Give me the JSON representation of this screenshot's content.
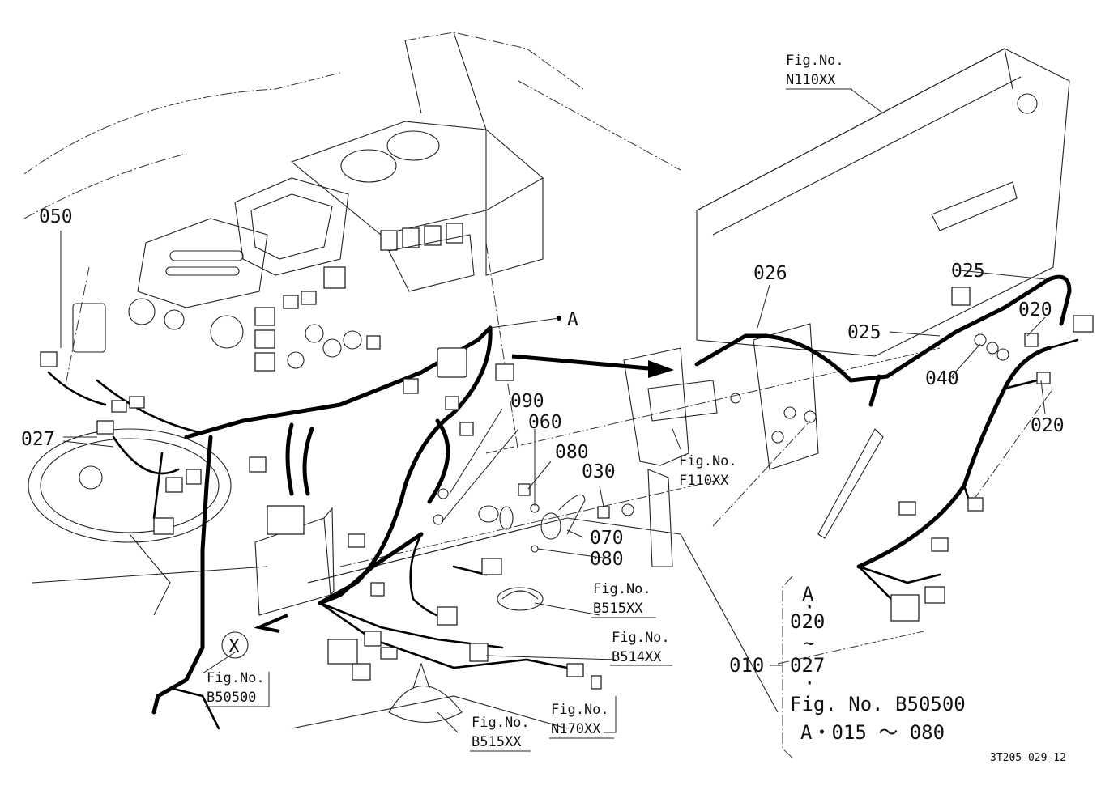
{
  "labels": {
    "p050": "050",
    "p027": "027",
    "pA": "A",
    "p090": "090",
    "p060": "060",
    "p080a": "080",
    "p030": "030",
    "p070": "070",
    "p080b": "080",
    "p026": "026",
    "p025a": "025",
    "p025b": "025",
    "p020a": "020",
    "p020b": "020",
    "p040": "040",
    "markerX": "X"
  },
  "fig_refs": {
    "n110_top": "Fig.No.",
    "n110_code": "N110XX",
    "f110_top": "Fig.No.",
    "f110_code": "F110XX",
    "b515a_top": "Fig.No.",
    "b515a_code": "B515XX",
    "b514_top": "Fig.No.",
    "b514_code": "B514XX",
    "b50500_top": "Fig.No.",
    "b50500_code": "B50500",
    "b515b_top": "Fig.No.",
    "b515b_code": "B515XX",
    "n170_top": "Fig.No.",
    "n170_code": "N170XX"
  },
  "legend": {
    "assembly": "010",
    "l1": "A",
    "l2": "·",
    "l3": "020",
    "l4": "~",
    "l5": "027",
    "l6": "·",
    "l7": "Fig. No. B50500",
    "l8": "A・015 ～ 080"
  },
  "drawing_code": "3T205-029-12"
}
